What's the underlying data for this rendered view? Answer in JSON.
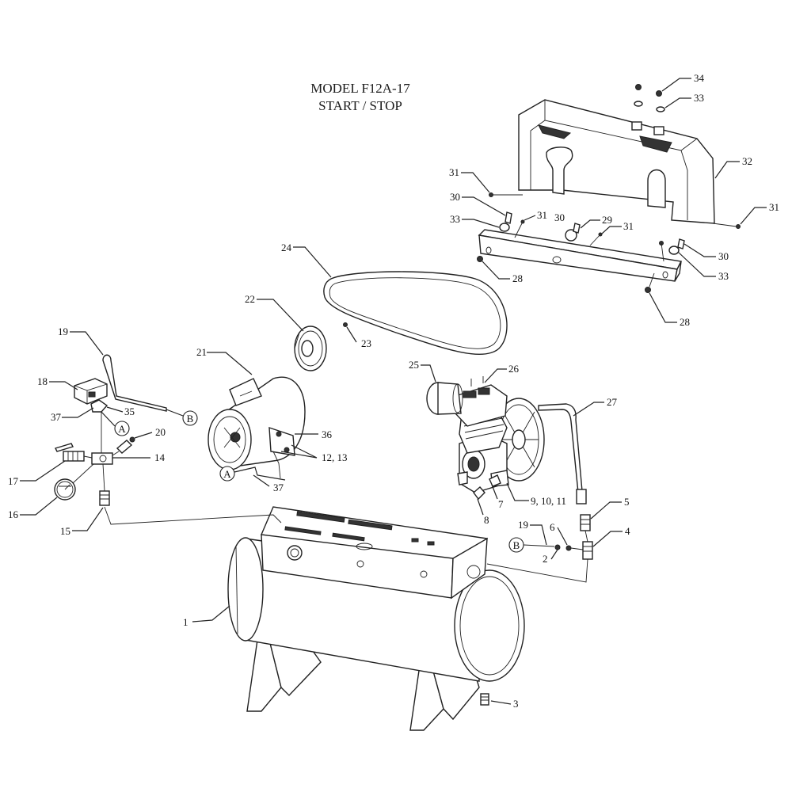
{
  "title": {
    "line1": "MODEL F12A-17",
    "line2": "START /  STOP"
  },
  "refs": {
    "a": "A",
    "b": "B"
  },
  "callouts": {
    "c1": "1",
    "c2": "2",
    "c3": "3",
    "c4": "4",
    "c5": "5",
    "c6": "6",
    "c7": "7",
    "c8": "8",
    "c9_10_11": "9, 10, 11",
    "c12_13": "12, 13",
    "c14": "14",
    "c15": "15",
    "c16": "16",
    "c17": "17",
    "c18": "18",
    "c19_left": "19",
    "c19_right": "19",
    "c20": "20",
    "c21": "21",
    "c22": "22",
    "c23": "23",
    "c24": "24",
    "c25": "25",
    "c26": "26",
    "c27": "27",
    "c28_left": "28",
    "c28_right": "28",
    "c29": "29",
    "c30_left": "30",
    "c30_mid": "30",
    "c30_right": "30",
    "c31_topleft": "31",
    "c31_mid": "31",
    "c31_center": "31",
    "c31_right": "31",
    "c32": "32",
    "c33_top": "33",
    "c33_left": "33",
    "c33_right": "33",
    "c34": "34",
    "c35": "35",
    "c36": "36",
    "c37_left": "37",
    "c37_bottom": "37"
  }
}
